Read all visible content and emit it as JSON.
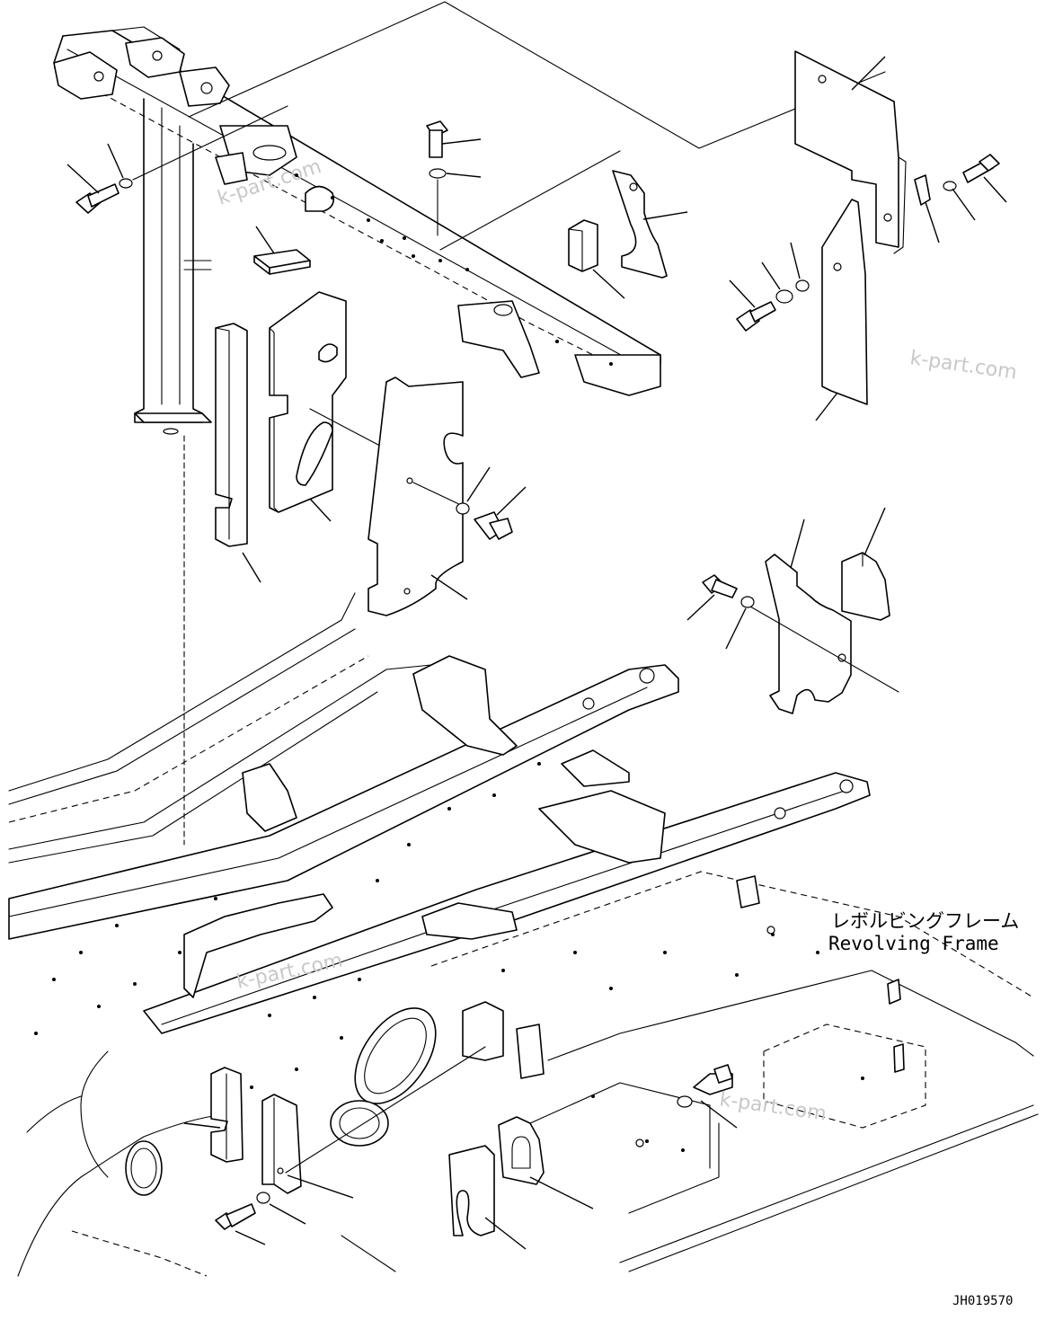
{
  "frame_label": {
    "jp": "レボルビングフレーム",
    "en": "Revolving Frame"
  },
  "drawing_code": "JH019570",
  "watermarks": [
    "k-part.com",
    "k-part.com",
    "k-part.com",
    "k-part.com"
  ]
}
